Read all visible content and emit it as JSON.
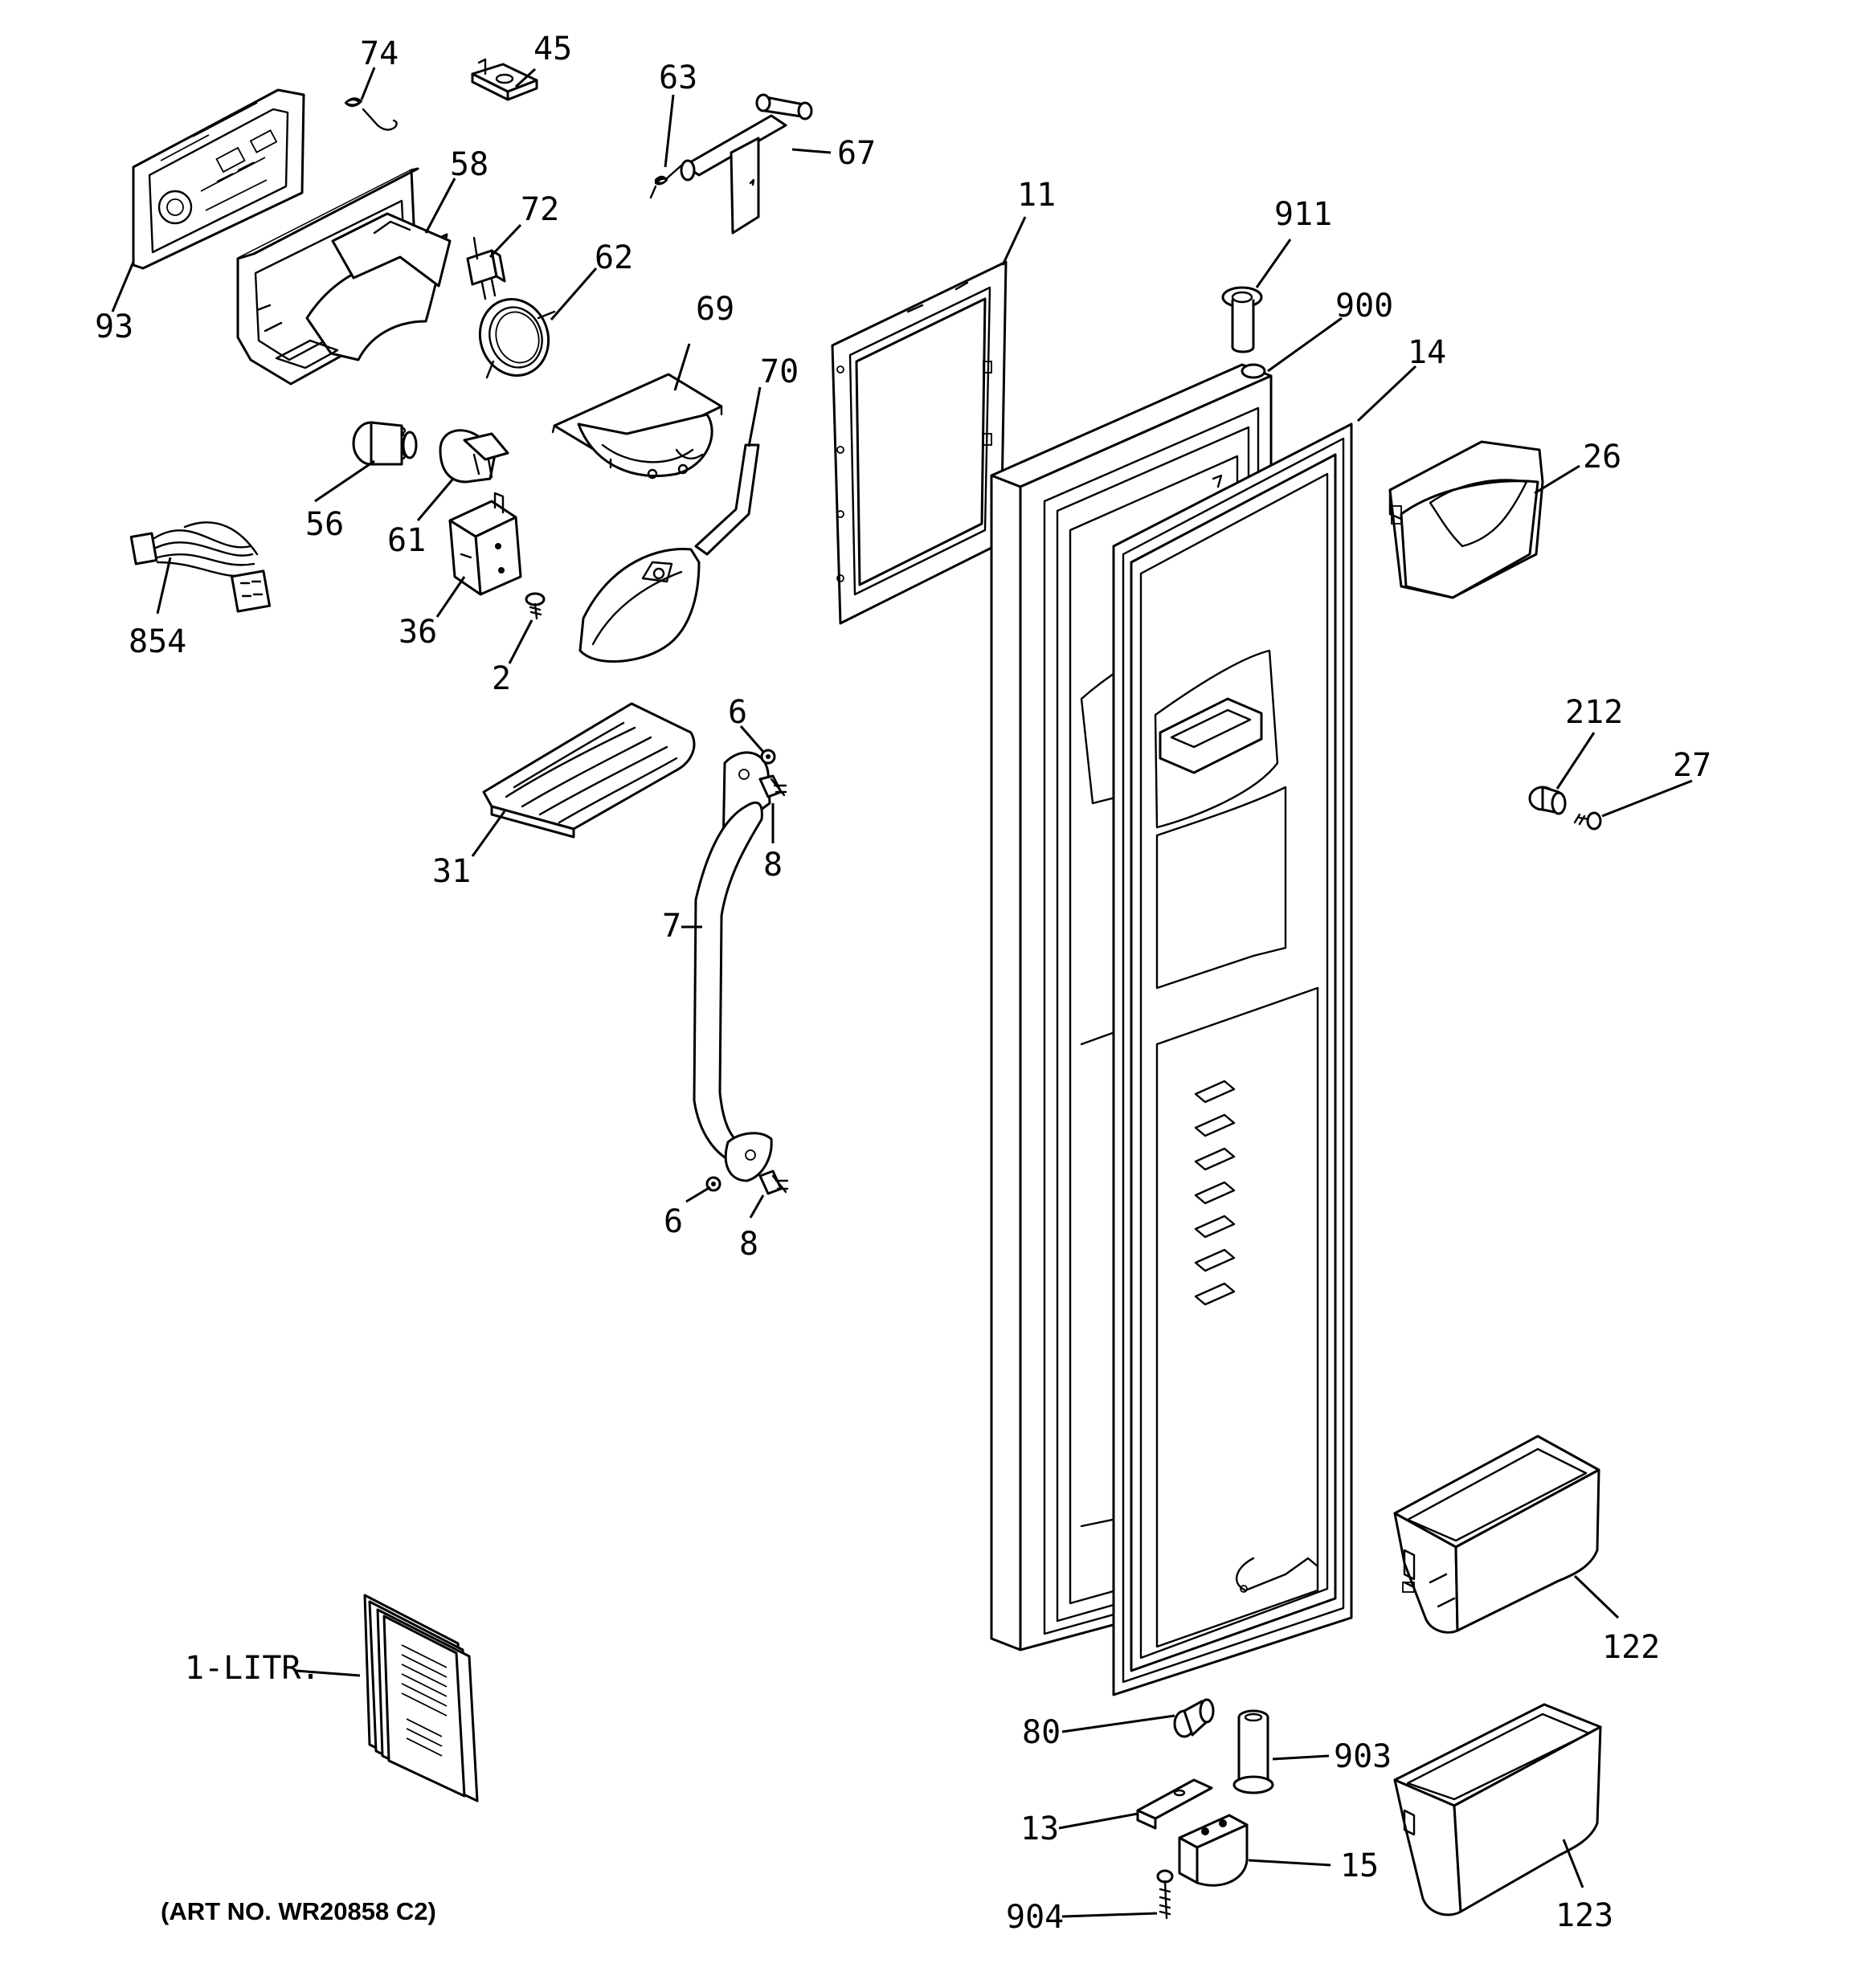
{
  "diagram": {
    "callouts": {
      "c74": "74",
      "c45": "45",
      "c63": "63",
      "c67": "67",
      "c93": "93",
      "c58": "58",
      "c72": "72",
      "c62": "62",
      "c69": "69",
      "c70": "70",
      "c11": "11",
      "c911": "911",
      "c900": "900",
      "c14": "14",
      "c26": "26",
      "c56": "56",
      "c61": "61",
      "c854": "854",
      "c36": "36",
      "c2": "2",
      "c6a": "6",
      "c8a": "8",
      "c31": "31",
      "c212": "212",
      "c27": "27",
      "c7": "7",
      "c6b": "6",
      "c8b": "8",
      "c122": "122",
      "c1litr": "1-LITR.",
      "c80": "80",
      "c903": "903",
      "c13": "13",
      "c15": "15",
      "c904": "904",
      "c123": "123"
    },
    "art_number": "(ART NO. WR20858 C2)"
  }
}
